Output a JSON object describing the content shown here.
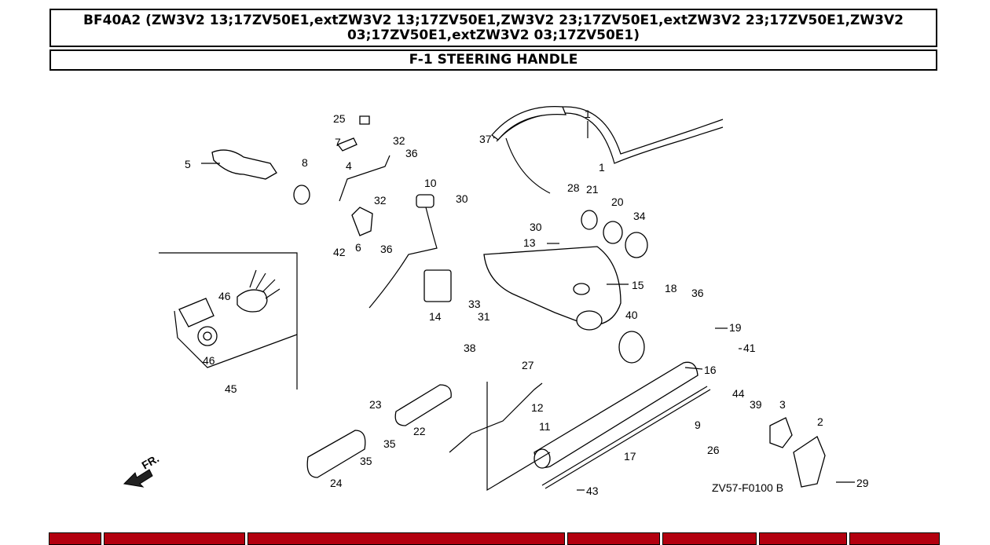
{
  "header": {
    "model_line": "BF40A2 (ZW3V2 13;17ZV50E1,extZW3V2 13;17ZV50E1,ZW3V2 23;17ZV50E1,extZW3V2 23;17ZV50E1,ZW3V2 03;17ZV50E1,extZW3V2 03;17ZV50E1)",
    "section_title": "F-1 STEERING HANDLE"
  },
  "diagram": {
    "code": "ZV57-F0100 B",
    "direction_label": "FR.",
    "callouts": [
      "1",
      "1",
      "2",
      "3",
      "4",
      "5",
      "6",
      "7",
      "8",
      "9",
      "10",
      "11",
      "12",
      "13",
      "14",
      "15",
      "16",
      "17",
      "18",
      "19",
      "20",
      "21",
      "22",
      "23",
      "24",
      "25",
      "26",
      "27",
      "28",
      "29",
      "30",
      "30",
      "31",
      "32",
      "32",
      "33",
      "34",
      "35",
      "35",
      "36",
      "36",
      "36",
      "37",
      "38",
      "39",
      "40",
      "41",
      "42",
      "43",
      "44",
      "45",
      "46",
      "46"
    ]
  },
  "colors": {
    "footer_bar": "#b3000f",
    "border": "#000000"
  }
}
